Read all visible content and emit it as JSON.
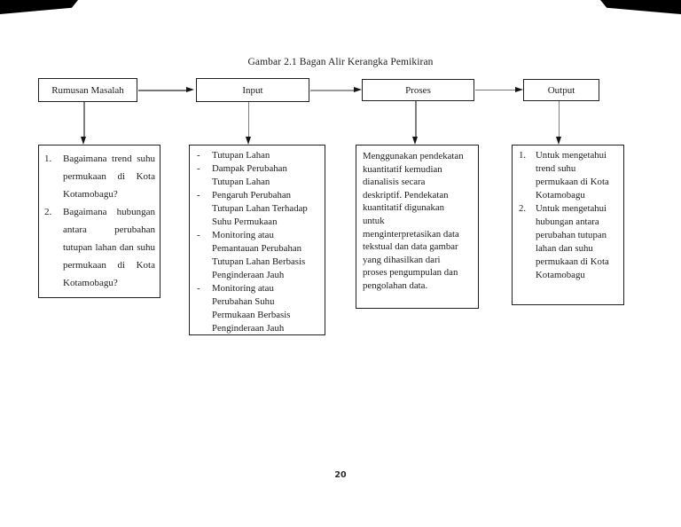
{
  "page": {
    "title": "Gambar 2.1 Bagan Alir Kerangka Pemikiran",
    "number": "20",
    "background_color": "#ffffff",
    "ink_color": "#1c1c1c",
    "scan_mark_color": "#000000"
  },
  "flow": {
    "headers": [
      {
        "label": "Rumusan Masalah"
      },
      {
        "label": "Input"
      },
      {
        "label": "Proses"
      },
      {
        "label": "Output"
      }
    ],
    "rumusan_masalah": {
      "items": [
        {
          "no": "1.",
          "text": "Bagaimana trend suhu permukaan di Kota Kotamobagu?"
        },
        {
          "no": "2.",
          "text": "Bagaimana hubungan antara perubahan tutupan lahan dan suhu permukaan di Kota Kotamobagu?"
        }
      ]
    },
    "input": {
      "items": [
        {
          "bullet": "-",
          "text": "Tutupan Lahan"
        },
        {
          "bullet": "-",
          "text": "Dampak Perubahan\nTutupan Lahan"
        },
        {
          "bullet": "-",
          "text": "Pengaruh Perubahan\nTutupan Lahan Terhadap\nSuhu Permukaan"
        },
        {
          "bullet": "-",
          "text": "Monitoring atau\nPemantauan Perubahan\nTutupan Lahan Berbasis\nPenginderaan Jauh"
        },
        {
          "bullet": "-",
          "text": "Monitoring atau\nPerubahan Suhu\nPermukaan Berbasis\nPenginderaan Jauh"
        }
      ]
    },
    "proses": {
      "text": "Menggunakan pendekatan\nkuantitatif kemudian\ndianalisis secara\ndeskriptif. Pendekatan\nkuantitatif digunakan\nuntuk\nmenginterpretasikan data\ntekstual dan data gambar\nyang dihasilkan dari\nproses pengumpulan dan\npengolahan data."
    },
    "output": {
      "items": [
        {
          "no": "1.",
          "text": "Untuk mengetahui\ntrend suhu\npermukaan di Kota\nKotamobagu"
        },
        {
          "no": "2.",
          "text": "Untuk mengetahui\nhubungan antara\nperubahan tutupan\nlahan dan suhu\npermukaan di Kota\nKotamobagu"
        }
      ]
    }
  }
}
